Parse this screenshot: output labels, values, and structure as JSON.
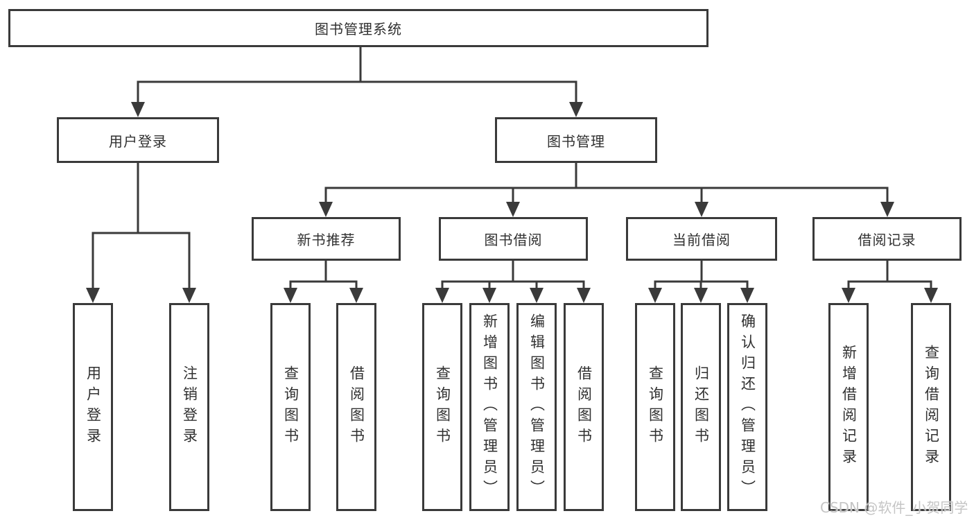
{
  "diagram": {
    "root": {
      "label": "图书管理系统"
    },
    "level1": [
      {
        "label": "用户登录",
        "children": [
          {
            "label": "用户登录"
          },
          {
            "label": "注销登录"
          }
        ]
      },
      {
        "label": "图书管理",
        "children": [
          {
            "label": "新书推荐",
            "children": [
              {
                "label": "查询图书"
              },
              {
                "label": "借阅图书"
              }
            ]
          },
          {
            "label": "图书借阅",
            "children": [
              {
                "label": "查询图书"
              },
              {
                "label": "新增图书（管理员）"
              },
              {
                "label": "编辑图书（管理员）"
              },
              {
                "label": "借阅图书"
              }
            ]
          },
          {
            "label": "当前借阅",
            "children": [
              {
                "label": "查询图书"
              },
              {
                "label": "归还图书"
              },
              {
                "label": "确认归还（管理员）"
              }
            ]
          },
          {
            "label": "借阅记录",
            "children": [
              {
                "label": "新增借阅记录"
              },
              {
                "label": "查询借阅记录"
              }
            ]
          }
        ]
      }
    ]
  },
  "watermark": {
    "text": "CSDN @软件_小贺同学"
  },
  "colors": {
    "line": "#3a3a3a",
    "box_border": "#3a3a3a",
    "box_background": "#ffffff",
    "text": "#303030",
    "watermark": "#c5c5c5"
  }
}
